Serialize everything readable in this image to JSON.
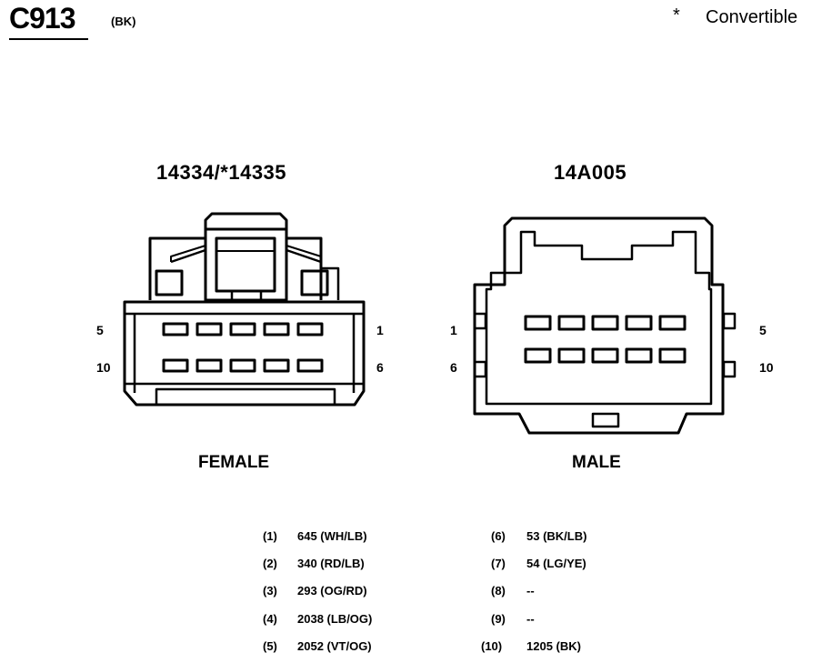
{
  "header": {
    "connector_id": "C913",
    "connector_color": "(BK)",
    "legend_symbol": "*",
    "legend_text": "Convertible"
  },
  "connectors": {
    "left": {
      "part_number": "14334/*14335",
      "gender": "FEMALE",
      "pin_top_left": "5",
      "pin_top_right": "1",
      "pin_bottom_left": "10",
      "pin_bottom_right": "6"
    },
    "right": {
      "part_number": "14A005",
      "gender": "MALE",
      "pin_top_left": "1",
      "pin_top_right": "5",
      "pin_bottom_left": "6",
      "pin_bottom_right": "10"
    }
  },
  "pinout": {
    "left_column": [
      {
        "num": "(1)",
        "wire": "645 (WH/LB)"
      },
      {
        "num": "(2)",
        "wire": "340 (RD/LB)"
      },
      {
        "num": "(3)",
        "wire": "293 (OG/RD)"
      },
      {
        "num": "(4)",
        "wire": "2038 (LB/OG)"
      },
      {
        "num": "(5)",
        "wire": "2052 (VT/OG)"
      }
    ],
    "right_column": [
      {
        "num": "(6)",
        "wire": "53 (BK/LB)"
      },
      {
        "num": "(7)",
        "wire": "54 (LG/YE)"
      },
      {
        "num": "(8)",
        "wire": "--"
      },
      {
        "num": "(9)",
        "wire": "--"
      },
      {
        "num": "(10)",
        "wire": "1205 (BK)"
      }
    ]
  }
}
